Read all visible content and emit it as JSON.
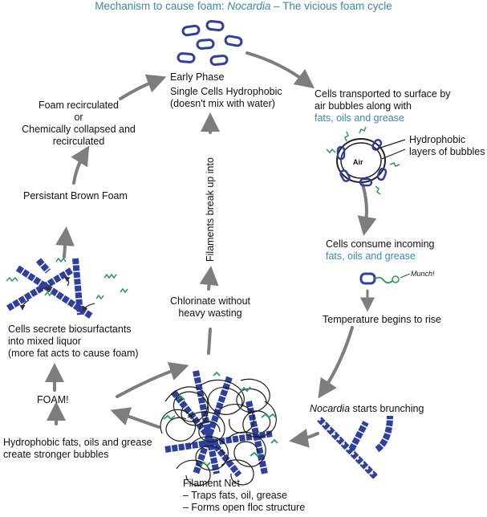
{
  "title": {
    "prefix": "Mechanism to cause foam: ",
    "organism": "Nocardia",
    "suffix": " – The vicious foam cycle"
  },
  "colors": {
    "accent": "#3d88a6",
    "cell": "#2e3f9e",
    "surfactant": "#2e9a57",
    "arrow": "#7d7d7d"
  },
  "nodes": {
    "early_phase": {
      "title": "Early Phase",
      "line1": "Single Cells Hydrophobic",
      "line2": "(doesn't mix with water)"
    },
    "transport": {
      "line1": "Cells transported to surface by",
      "line2": "air bubbles along with",
      "line3": "fats, oils and grease"
    },
    "bubble": {
      "air": "Air",
      "line1": "Hydrophobic",
      "line2": "layers of bubbles"
    },
    "consume": {
      "line1": "Cells consume incoming",
      "line2": "fats, oils and grease",
      "munch": "Munch!"
    },
    "temperature": {
      "text": "Temperature begins to rise"
    },
    "branching": {
      "organism": "Nocardia",
      "rest": " starts brunching"
    },
    "filament_net": {
      "title": "Filament Net",
      "item1": "– Traps fats, oil, grease",
      "item2": "– Forms open floc structure"
    },
    "stronger_bubbles": {
      "line1": "Hydrophobic fats, oils and grease",
      "line2": "create stronger bubbles"
    },
    "foam": {
      "text": "FOAM!"
    },
    "biosurfactants": {
      "line1": "Cells secrete biosurfactants",
      "line2": "into mixed liquor",
      "line3": "(more fat acts to cause foam)"
    },
    "brown_foam": {
      "text": "Persistant Brown Foam"
    },
    "recirculated": {
      "line1": "Foam recirculated",
      "line2": "or",
      "line3": "Chemically collapsed and",
      "line4": "recirculated"
    },
    "chlorinate": {
      "line1": "Chlorinate without",
      "line2": "heavy wasting"
    },
    "filaments_break": {
      "text": "Filaments break up into"
    }
  }
}
